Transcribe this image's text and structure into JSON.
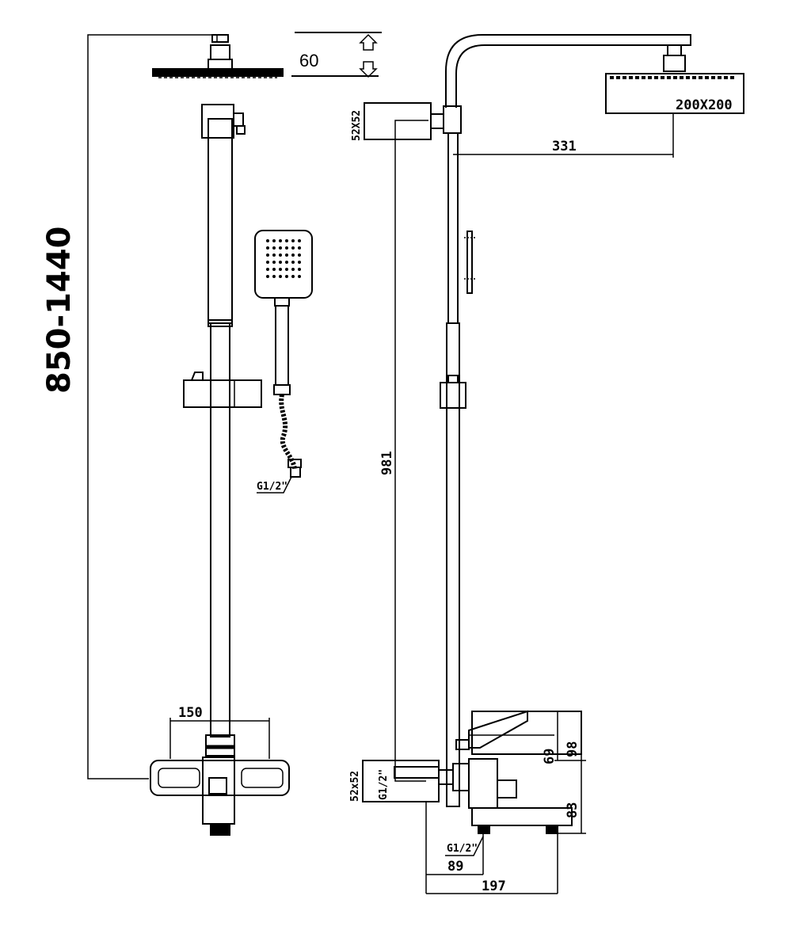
{
  "dimensions": {
    "total_height_range": "850-1440",
    "head_clearance": "60",
    "head_size": "200X200",
    "arm_reach": "331",
    "diverter_size": "52X52",
    "diverter_height": "981",
    "mixer_width": "150",
    "mixer_body_size": "52x52",
    "mixer_height_98": "98",
    "mixer_height_69": "69",
    "mixer_height_83": "83",
    "outlet_offset_89": "89",
    "spout_length_197": "197"
  },
  "thread_labels": {
    "hose_connector": "G1/2\"",
    "mixer_inlet_left": "G1/2\"",
    "mixer_inlet_bottom": "G1/2\""
  }
}
